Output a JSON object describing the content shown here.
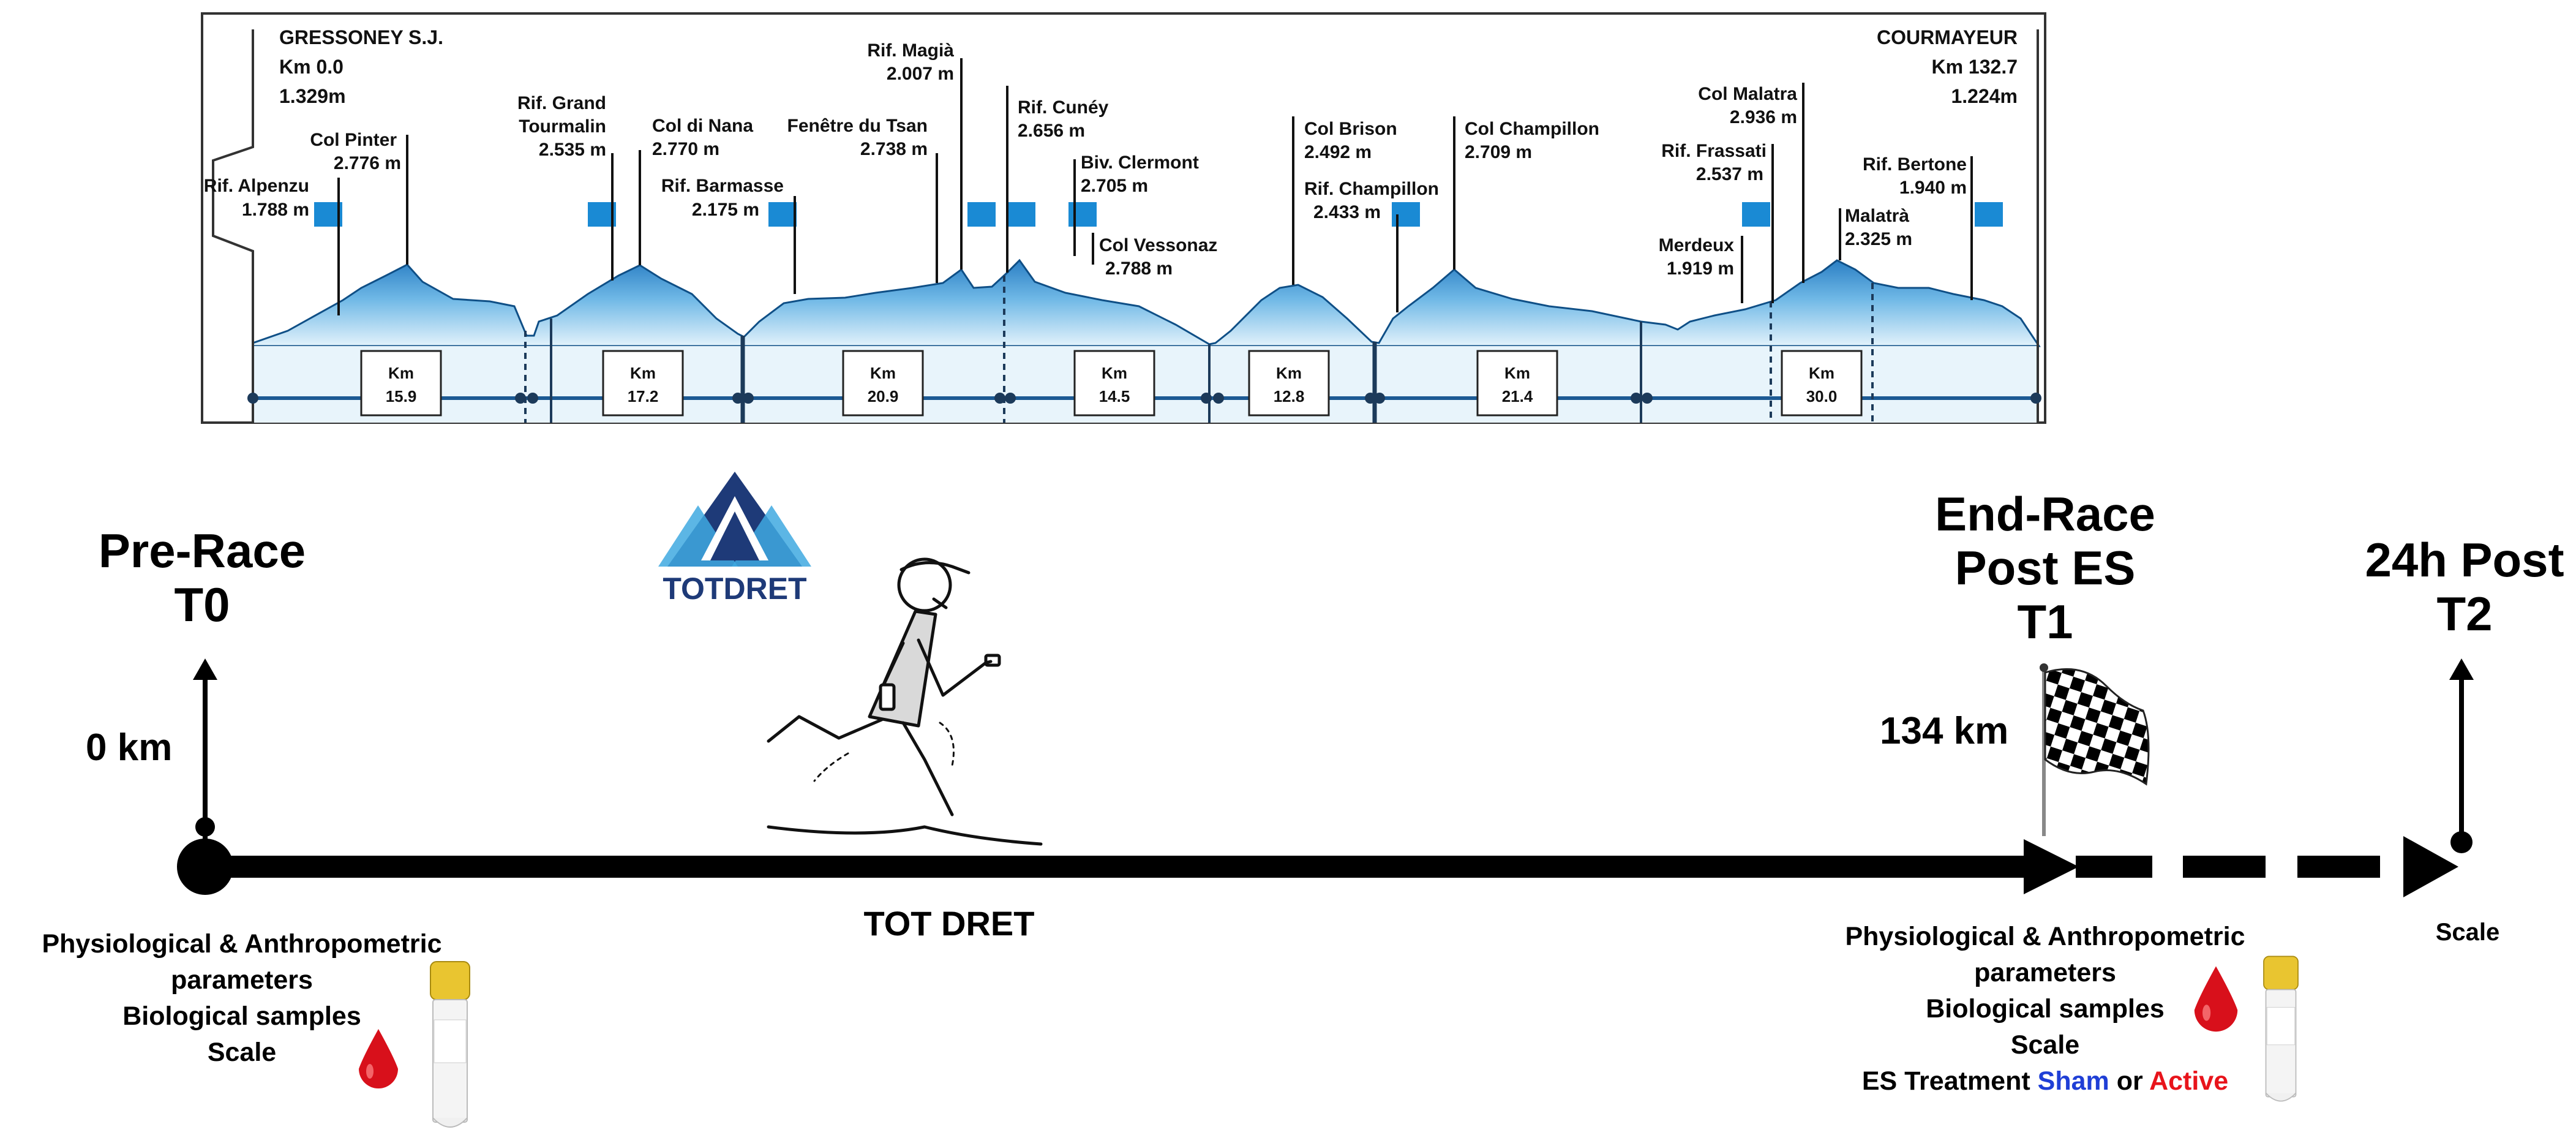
{
  "profile": {
    "start": {
      "name": "GRESSONEY S.J.",
      "km": "Km 0.0",
      "elev": "1.329m"
    },
    "finish": {
      "name": "COURMAYEUR",
      "km": "Km 132.7",
      "elev": "1.224m"
    },
    "waypoints": [
      {
        "name": "Rif. Alpenzu",
        "value": "1.788 m"
      },
      {
        "name": "Col Pinter",
        "value": "2.776 m"
      },
      {
        "name": "Rif. Grand",
        "name2": "Tourmalin",
        "value": "2.535 m"
      },
      {
        "name": "Col di Nana",
        "value": "2.770 m"
      },
      {
        "name": "Rif. Barmasse",
        "value": "2.175 m"
      },
      {
        "name": "Fenêtre du Tsan",
        "value": "2.738 m"
      },
      {
        "name": "Rif. Magià",
        "value": "2.007 m"
      },
      {
        "name": "Rif. Cunéy",
        "value": "2.656 m"
      },
      {
        "name": "Biv. Clermont",
        "value": "2.705 m"
      },
      {
        "name": "Col Vessonaz",
        "value": "2.788 m"
      },
      {
        "name": "Col Brison",
        "value": "2.492 m"
      },
      {
        "name": "Rif. Champillon",
        "value": "2.433 m"
      },
      {
        "name": "Col Champillon",
        "value": "2.709 m"
      },
      {
        "name": "Col Malatra",
        "value": "2.936 m"
      },
      {
        "name": "Rif. Frassati",
        "value": "2.537 m"
      },
      {
        "name": "Merdeux",
        "value": "1.919 m"
      },
      {
        "name": "Malatrà",
        "value": "2.325 m"
      },
      {
        "name": "Rif. Bertone",
        "value": "1.940 m"
      }
    ],
    "segments": [
      {
        "label": "Km",
        "value": "15.9"
      },
      {
        "label": "Km",
        "value": "17.2"
      },
      {
        "label": "Km",
        "value": "20.9"
      },
      {
        "label": "Km",
        "value": "14.5"
      },
      {
        "label": "Km",
        "value": "12.8"
      },
      {
        "label": "Km",
        "value": "21.4"
      },
      {
        "label": "Km",
        "value": "30.0"
      }
    ],
    "colors": {
      "fill_top": "#2b7fc4",
      "fill_bottom": "#e2f2fb",
      "marker": "#1a8ad4"
    }
  },
  "logo": {
    "text": "TOTDRET"
  },
  "timeline": {
    "t0": {
      "line1": "Pre-Race",
      "line2": "T0",
      "distance": "0 km"
    },
    "t1": {
      "line1": "End-Race",
      "line2": "Post ES",
      "line3": "T1",
      "distance": "134 km"
    },
    "t2": {
      "line1": "24h Post",
      "line2": "T2"
    },
    "race_label": "TOT DRET"
  },
  "notes": {
    "t0": [
      "Physiological & Anthropometric",
      "parameters",
      "Biological samples",
      "Scale"
    ],
    "t1": [
      "Physiological & Anthropometric",
      "parameters",
      "Biological samples",
      "Scale"
    ],
    "t1_treatment": {
      "prefix": "ES Treatment",
      "sham": "Sham",
      "or": "or",
      "active": "Active"
    },
    "t2": "Scale"
  },
  "colors": {
    "sham": "#1f3fd6",
    "active": "#e8141b",
    "blood": "#d8101b",
    "tube_cap": "#e9c530"
  }
}
